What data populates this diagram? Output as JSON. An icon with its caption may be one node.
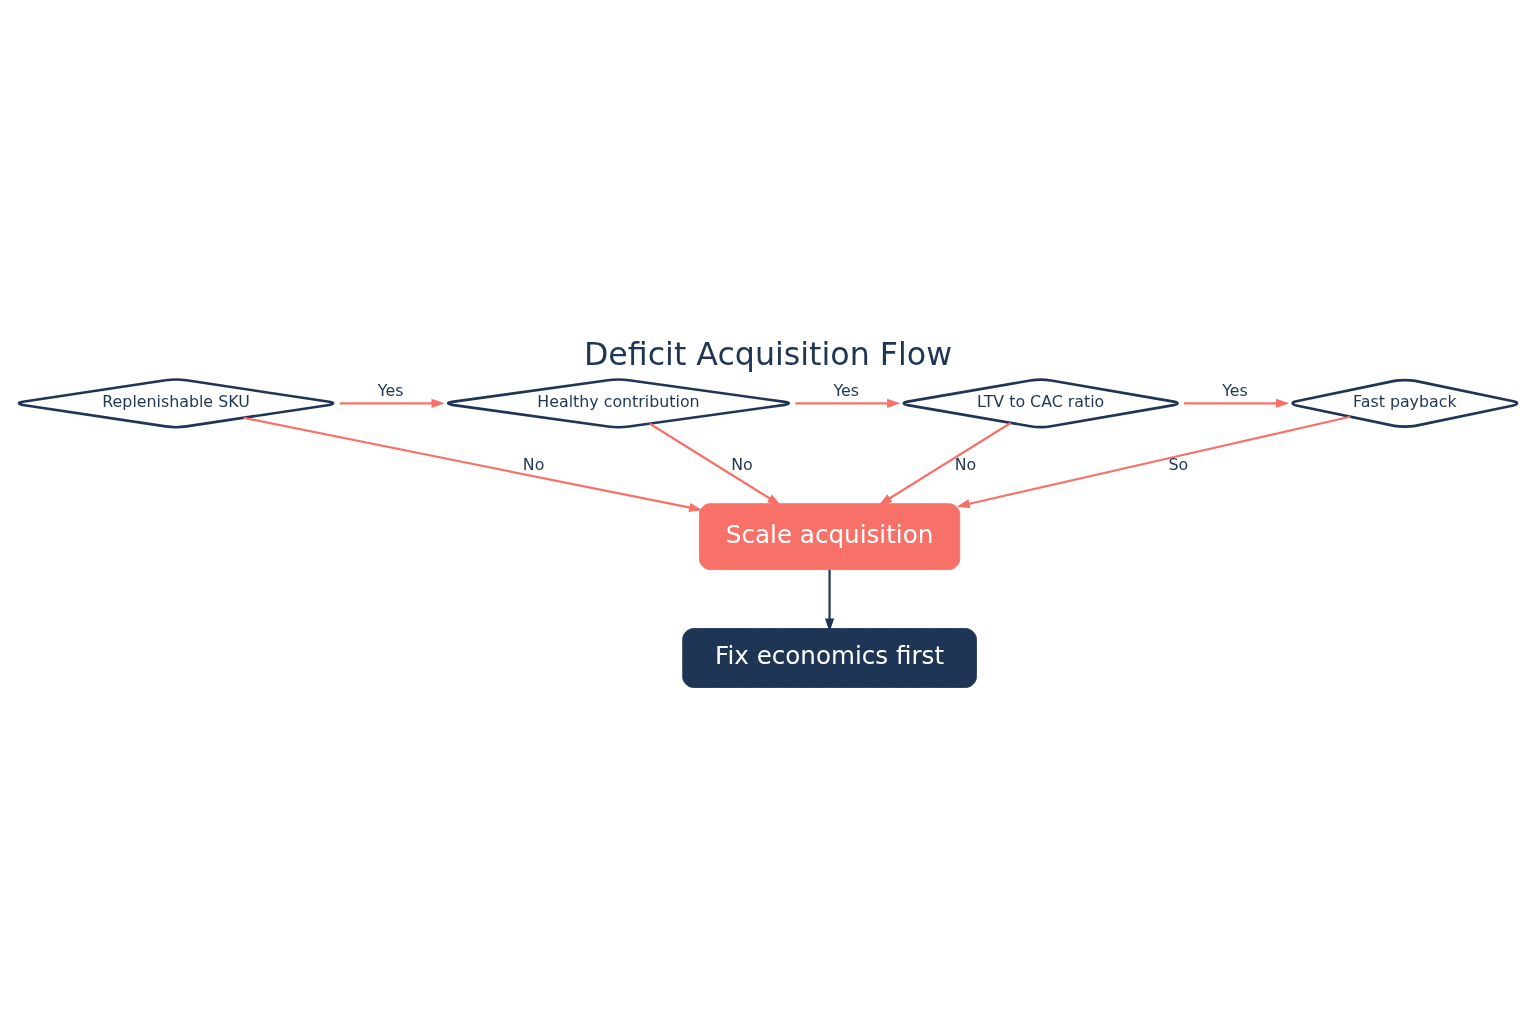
{
  "diagram": {
    "title": "Deficit Acquisition Flow",
    "nodes": [
      {
        "text": [
          "Replenishable SKU"
        ]
      },
      {
        "text": [
          "Healthy contribution"
        ]
      },
      {
        "text": [
          "LTV to CAC ratio"
        ]
      },
      {
        "text": [
          "Fast payback"
        ]
      },
      {
        "text": [
          "Scale acquisition"
        ]
      },
      {
        "text": [
          "Fix economics first"
        ]
      }
    ],
    "edges": [
      {
        "from": 0,
        "to": 1,
        "arrow": "to",
        "label": "Yes"
      },
      {
        "from": 1,
        "to": 2,
        "arrow": "to",
        "label": "Yes"
      },
      {
        "from": 2,
        "to": 3,
        "arrow": "to",
        "label": "Yes"
      },
      {
        "from": 0,
        "to": 4,
        "arrow": "to",
        "label": "No"
      },
      {
        "from": 1,
        "to": 4,
        "arrow": "to",
        "label": "No"
      },
      {
        "from": 2,
        "to": 4,
        "arrow": "to",
        "label": "No"
      },
      {
        "from": 3,
        "to": 4,
        "arrow": "to",
        "label": "So"
      },
      {
        "from": 4,
        "to": 5,
        "arrow": "to",
        "color": "#1f3555"
      }
    ]
  }
}
